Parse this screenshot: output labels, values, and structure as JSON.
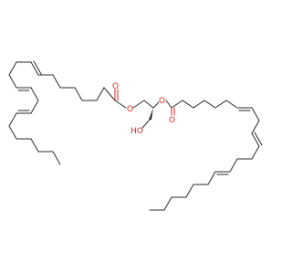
{
  "molecule": {
    "atom_labels": {
      "ester_oxygen_left": "O",
      "carbonyl_oxygen_left": "O",
      "ester_oxygen_right": "O",
      "carbonyl_oxygen_right": "O",
      "hydroxyl": "HO"
    },
    "colors": {
      "bond": "#2b2b2b",
      "oxygen": "#e8231c",
      "background": "#ffffff"
    }
  }
}
